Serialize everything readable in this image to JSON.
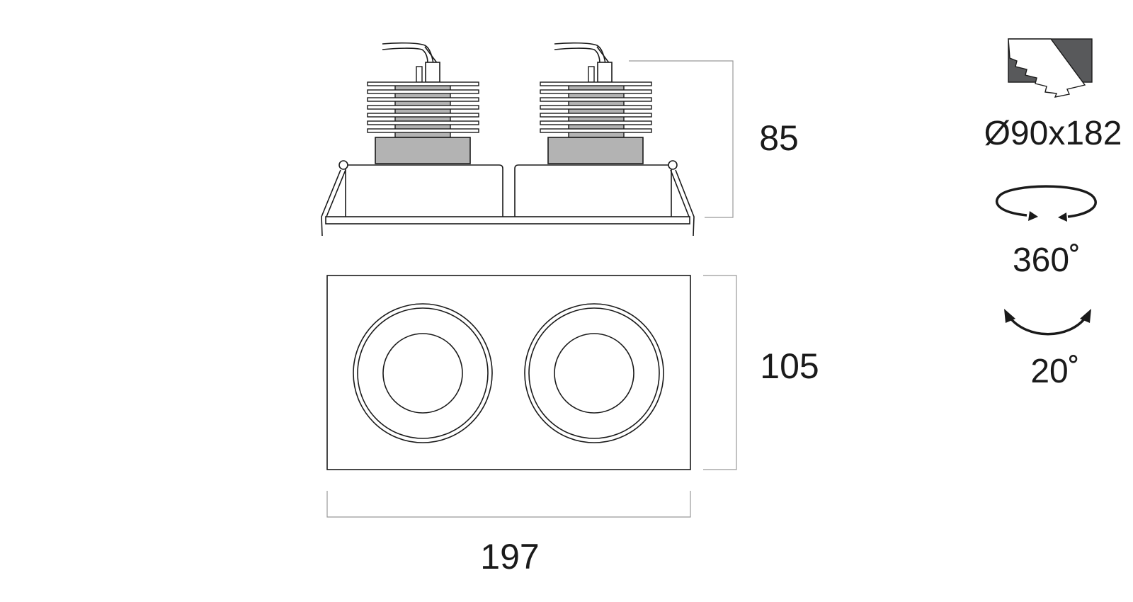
{
  "dimensions": {
    "height": "85",
    "depth": "105",
    "width": "197"
  },
  "cutout": {
    "icon": "ceiling-cutout-icon",
    "label": "Ø90x182"
  },
  "rotation": {
    "icon": "rotate-360-icon",
    "label": "360˚"
  },
  "tilt": {
    "icon": "tilt-arc-icon",
    "label": "20˚"
  },
  "colors": {
    "line": "#1a1a1a",
    "dimension_line": "#999999",
    "heatsink_fill": "#b3b3b3",
    "cutout_fill": "#58595b"
  }
}
